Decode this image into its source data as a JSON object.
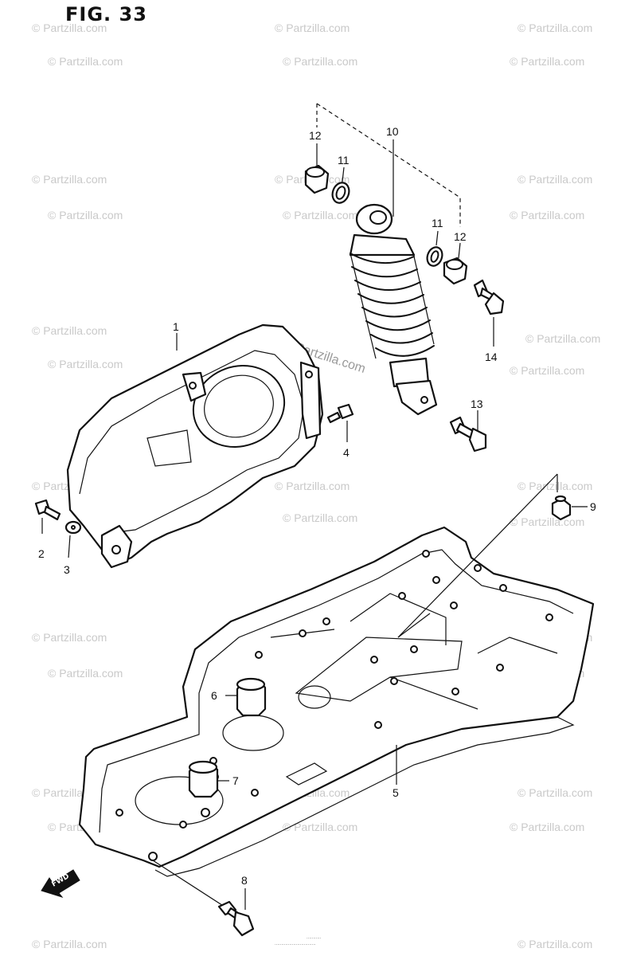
{
  "figure": {
    "title": "FIG. 33"
  },
  "watermark": {
    "text": "© Partzilla.com",
    "center_text": "Partzilla.com"
  },
  "direction_marker": {
    "label": "FWD"
  },
  "callouts": {
    "c1": "1",
    "c2": "2",
    "c3": "3",
    "c4": "4",
    "c5": "5",
    "c6": "6",
    "c7": "7",
    "c8": "8",
    "c9": "9",
    "c10": "10",
    "c11a": "11",
    "c11b": "11",
    "c12a": "12",
    "c12b": "12",
    "c13": "13",
    "c14": "14"
  },
  "footer": {
    "line1": "...........",
    "line2": "..............................."
  }
}
